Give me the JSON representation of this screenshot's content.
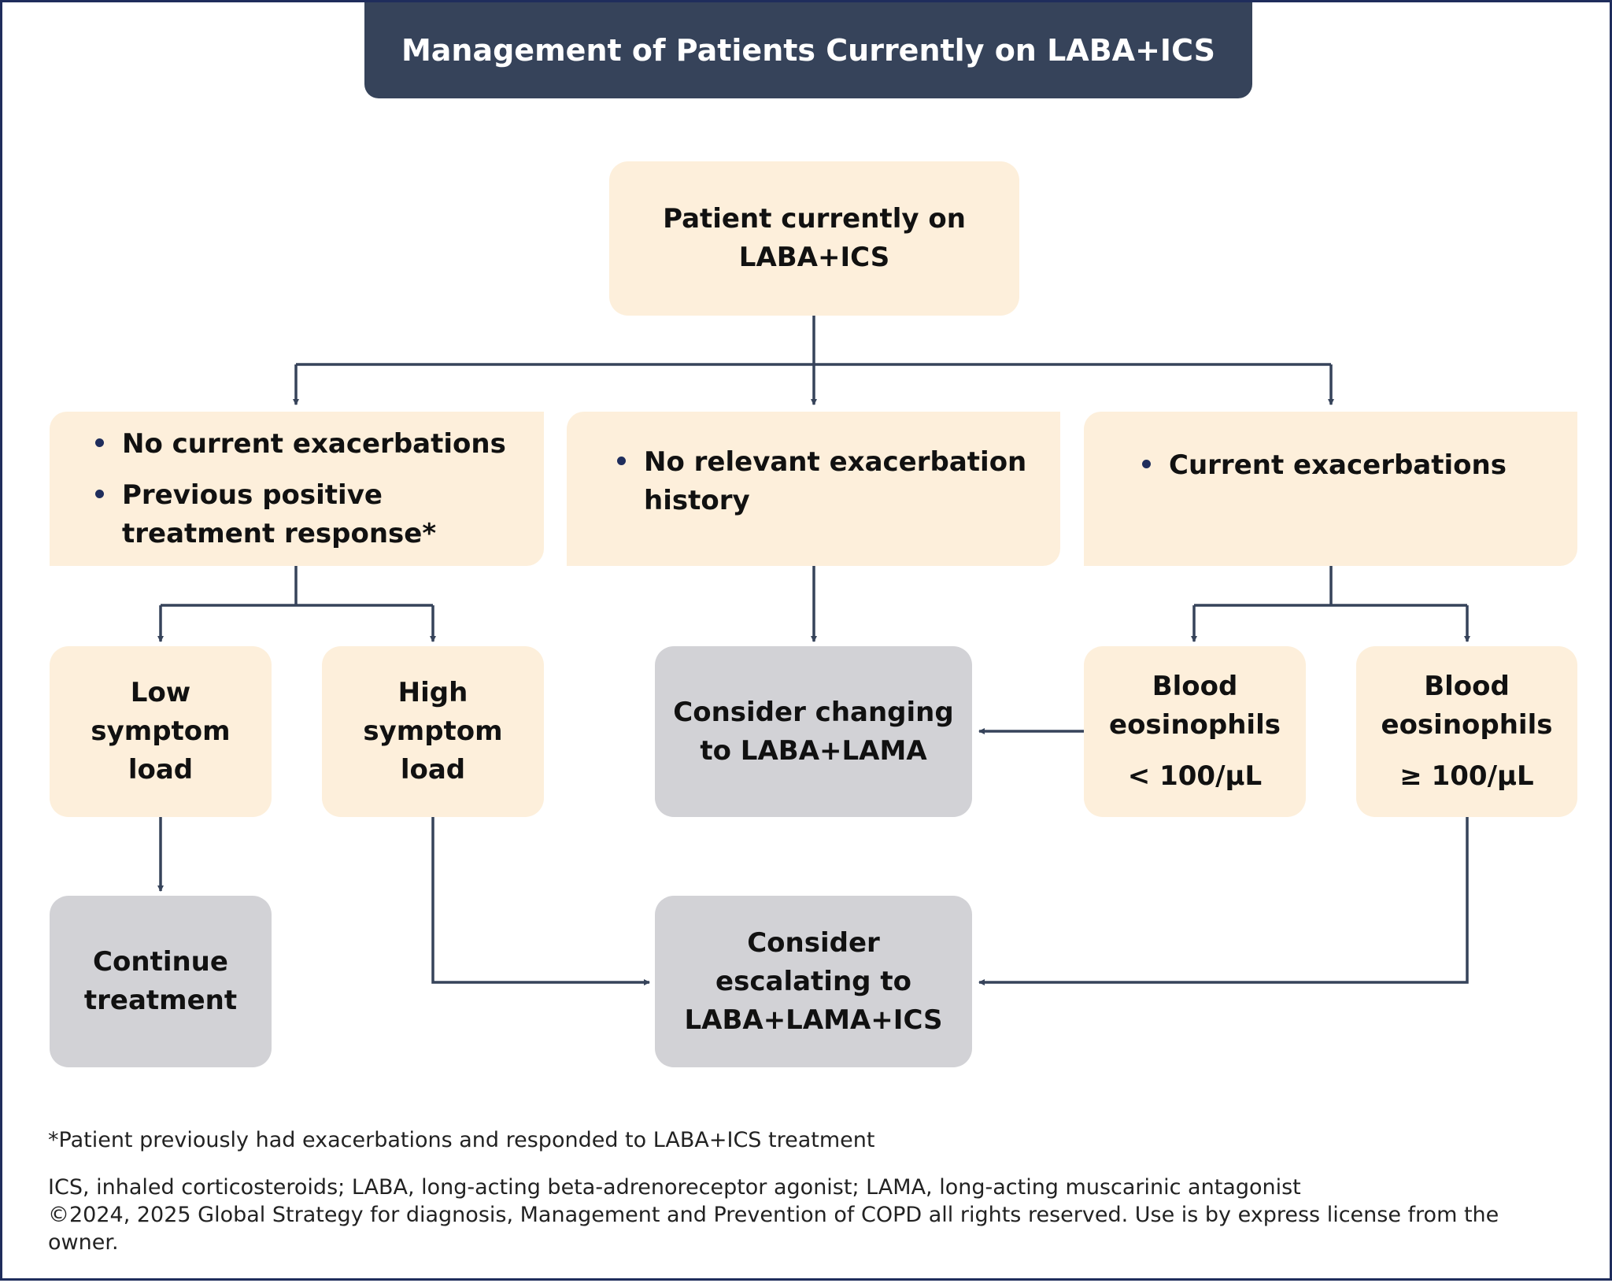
{
  "title": "Management of Patients Currently on LABA+ICS",
  "start": {
    "lines": [
      "Patient currently on",
      "LABA+ICS"
    ]
  },
  "conditions": {
    "left": [
      "No current exacerbations",
      "Previous positive treatment response*"
    ],
    "middle": [
      "No relevant exacerbation history"
    ],
    "right": [
      "Current exacerbations"
    ]
  },
  "symptoms": {
    "low": [
      "Low",
      "symptom",
      "load"
    ],
    "high": [
      "High",
      "symptom",
      "load"
    ]
  },
  "eosinophils": {
    "low": [
      "Blood",
      "eosinophils",
      "< 100/μL"
    ],
    "high": [
      "Blood",
      "eosinophils",
      "≥ 100/μL"
    ]
  },
  "outcomes": {
    "continue": [
      "Continue",
      "treatment"
    ],
    "change": [
      "Consider changing",
      "to LABA+LAMA"
    ],
    "escalate": [
      "Consider",
      "escalating to",
      "LABA+LAMA+ICS"
    ]
  },
  "footnote": "*Patient previously had exacerbations and responded to LABA+ICS treatment",
  "abbreviations": "ICS, inhaled corticosteroids; LABA, long-acting beta-adrenoreceptor agonist; LAMA, long-acting muscarinic antagonist",
  "copyright": "©2024, 2025 Global Strategy for diagnosis, Management and Prevention of COPD all rights reserved. Use is by express license from the owner.",
  "colors": {
    "title_bg": "#36435a",
    "cream": "#fdefdb",
    "grey": "#d2d2d6",
    "connector": "#36435a",
    "bullet": "#1f2d5c",
    "border": "#1f2d5c"
  }
}
